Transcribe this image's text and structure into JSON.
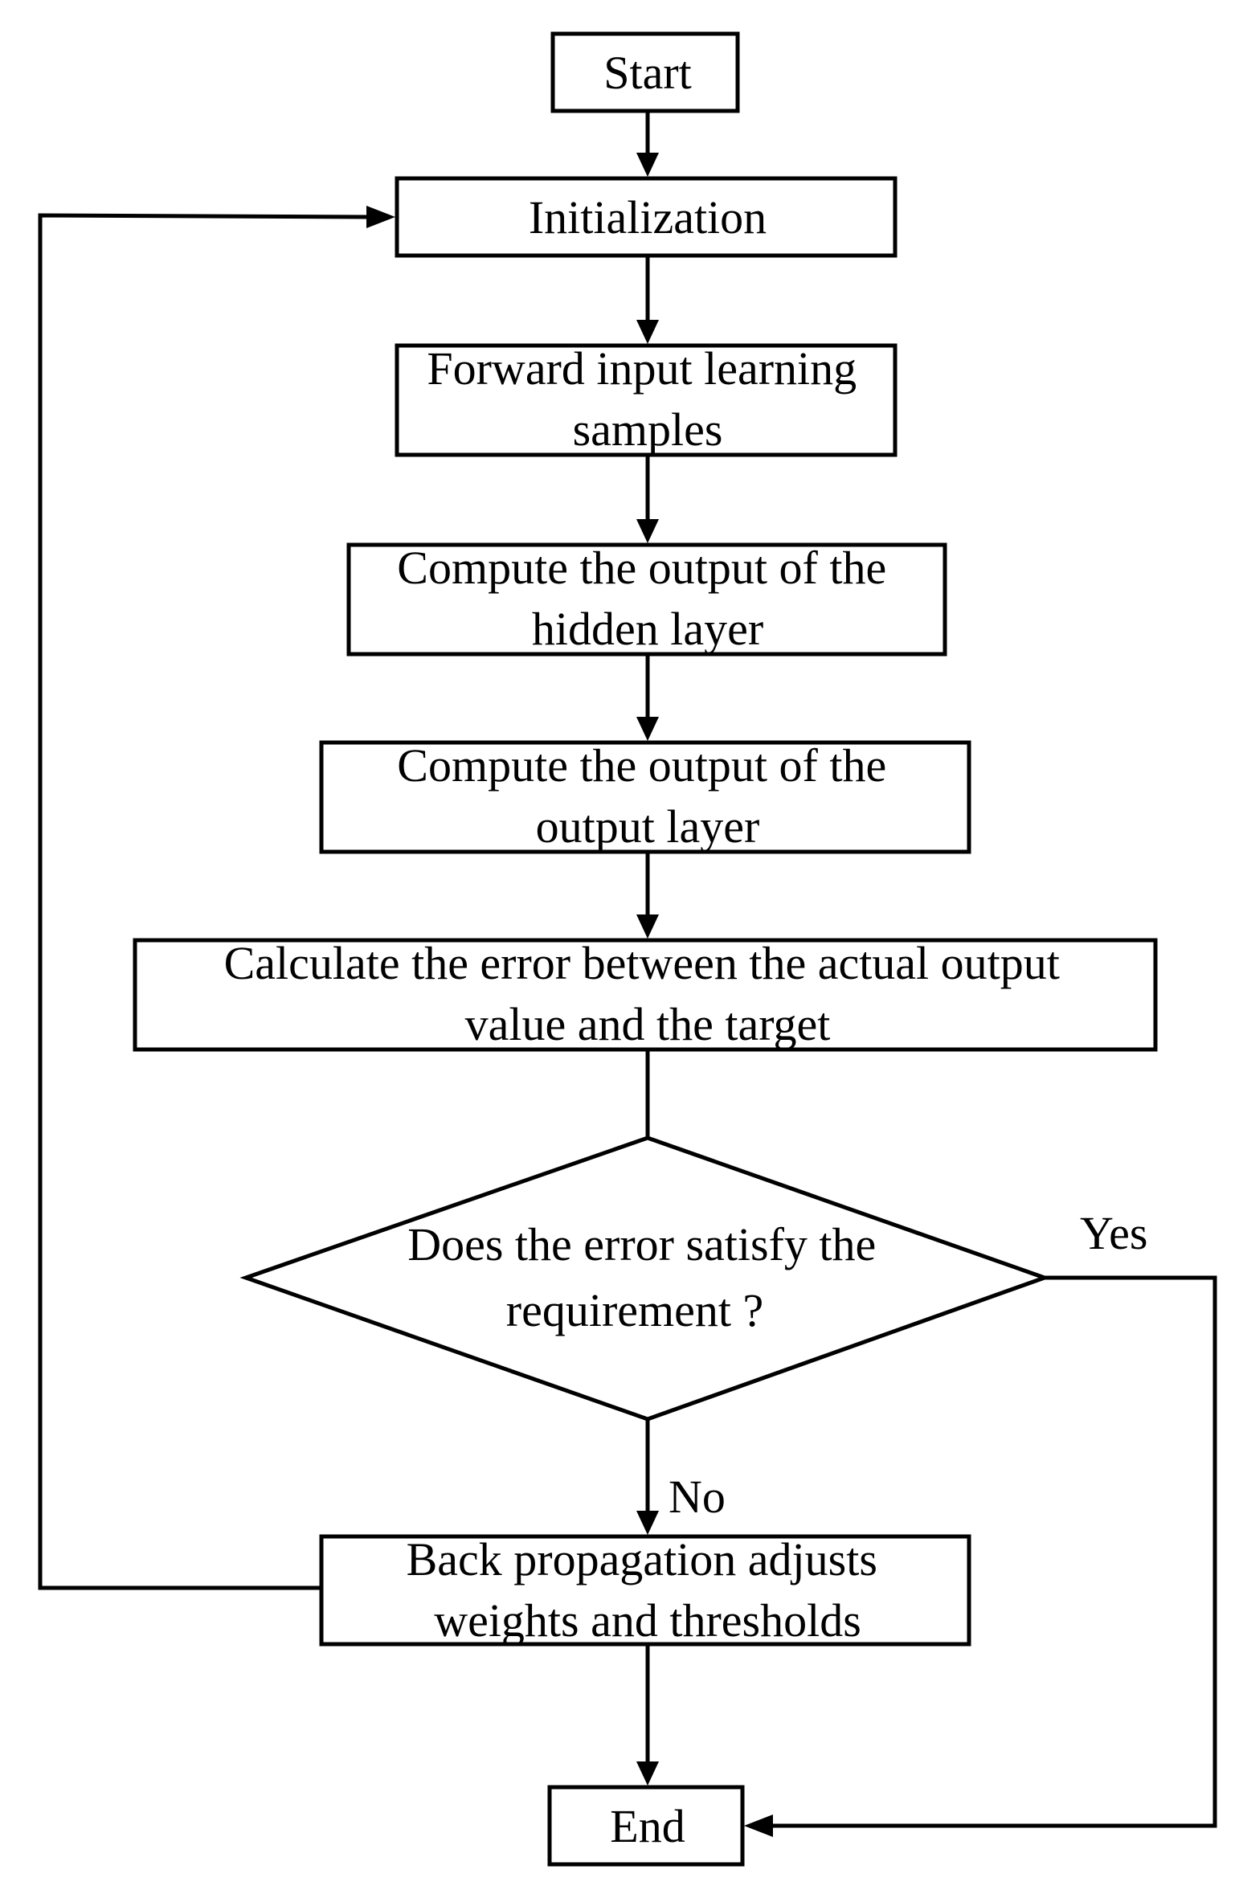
{
  "diagram": {
    "colors": {
      "stroke": "#000000",
      "fill": "#ffffff",
      "text": "#000000"
    },
    "nodes": {
      "start": {
        "lines": [
          "Start"
        ]
      },
      "init": {
        "lines": [
          "Initialization"
        ]
      },
      "forward": {
        "lines": [
          "Forward input learning",
          "samples"
        ]
      },
      "hidden": {
        "lines": [
          "Compute the output of the",
          "hidden layer"
        ]
      },
      "output": {
        "lines": [
          "Compute the output of the",
          "output layer"
        ]
      },
      "error": {
        "lines": [
          "Calculate the error between the actual output",
          "value and the target"
        ]
      },
      "decision": {
        "lines": [
          "Does the error satisfy the",
          "requirement ?"
        ]
      },
      "backprop": {
        "lines": [
          "Back propagation adjusts",
          "weights and thresholds"
        ]
      },
      "end": {
        "lines": [
          "End"
        ]
      }
    },
    "edge_labels": {
      "yes": "Yes",
      "no": "No"
    }
  }
}
